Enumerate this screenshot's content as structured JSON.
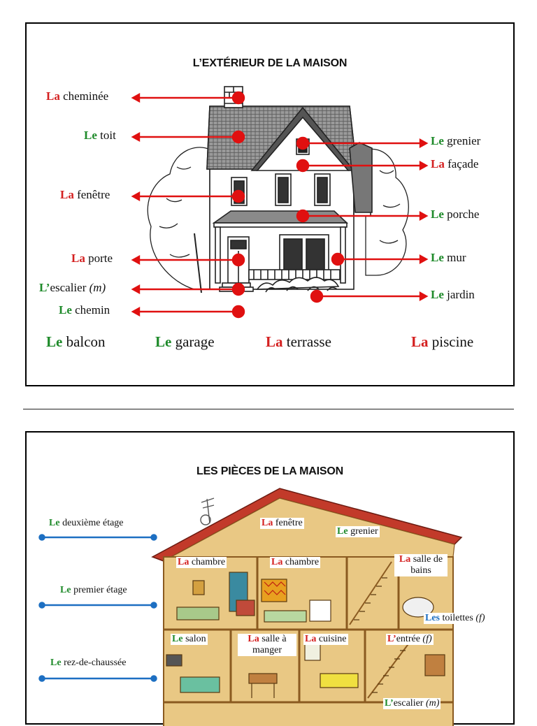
{
  "exterior": {
    "title": "L’EXTÉRIEUR DE LA MAISON",
    "labels_left": [
      {
        "article": "La",
        "word": "cheminée",
        "gender": "f"
      },
      {
        "article": "Le",
        "word": "toit",
        "gender": "m"
      },
      {
        "article": "La",
        "word": "fenêtre",
        "gender": "f"
      },
      {
        "article": "La",
        "word": "porte",
        "gender": "f"
      },
      {
        "article": "L’",
        "word": "escalier",
        "note": "(m)",
        "gender": "m"
      },
      {
        "article": "Le",
        "word": "chemin",
        "gender": "m"
      }
    ],
    "labels_right": [
      {
        "article": "Le",
        "word": "grenier",
        "gender": "m"
      },
      {
        "article": "La",
        "word": "façade",
        "gender": "f"
      },
      {
        "article": "Le",
        "word": "porche",
        "gender": "m"
      },
      {
        "article": "Le",
        "word": "mur",
        "gender": "m"
      },
      {
        "article": "Le",
        "word": "jardin",
        "gender": "m"
      }
    ],
    "bottom_words": [
      {
        "article": "Le",
        "word": "balcon",
        "gender": "m"
      },
      {
        "article": "Le",
        "word": "garage",
        "gender": "m"
      },
      {
        "article": "La",
        "word": "terrasse",
        "gender": "f"
      },
      {
        "article": "La",
        "word": "piscine",
        "gender": "f"
      }
    ]
  },
  "interior": {
    "title": "LES PIÈCES DE LA MAISON",
    "floors": [
      {
        "article": "Le",
        "word": "deuxième étage"
      },
      {
        "article": "Le",
        "word": "premier étage"
      },
      {
        "article": "Le",
        "word": "rez-de-chaussée"
      }
    ],
    "rooms": [
      {
        "article": "La",
        "word": "fenêtre",
        "gender": "f"
      },
      {
        "article": "Le",
        "word": "grenier",
        "gender": "m"
      },
      {
        "article": "La",
        "word": "chambre",
        "gender": "f"
      },
      {
        "article": "La",
        "word": "chambre",
        "gender": "f"
      },
      {
        "article": "La",
        "word": "salle de bains",
        "gender": "f"
      },
      {
        "article": "Les",
        "word": "toilettes",
        "note": "(f)",
        "gender": "pl"
      },
      {
        "article": "Le",
        "word": "salon",
        "gender": "m"
      },
      {
        "article": "La",
        "word": "salle à manger",
        "gender": "f"
      },
      {
        "article": "La",
        "word": "cuisine",
        "gender": "f"
      },
      {
        "article": "L’",
        "word": "entrée",
        "note": "(f)",
        "gender": "f"
      },
      {
        "article": "L’",
        "word": "escalier",
        "note": "(m)",
        "gender": "m"
      }
    ]
  },
  "colors": {
    "masculine": "#1e8a2a",
    "feminine": "#d42020",
    "plural": "#1d6fc2",
    "arrow": "#e01010",
    "floor_line": "#1d6fc2"
  }
}
